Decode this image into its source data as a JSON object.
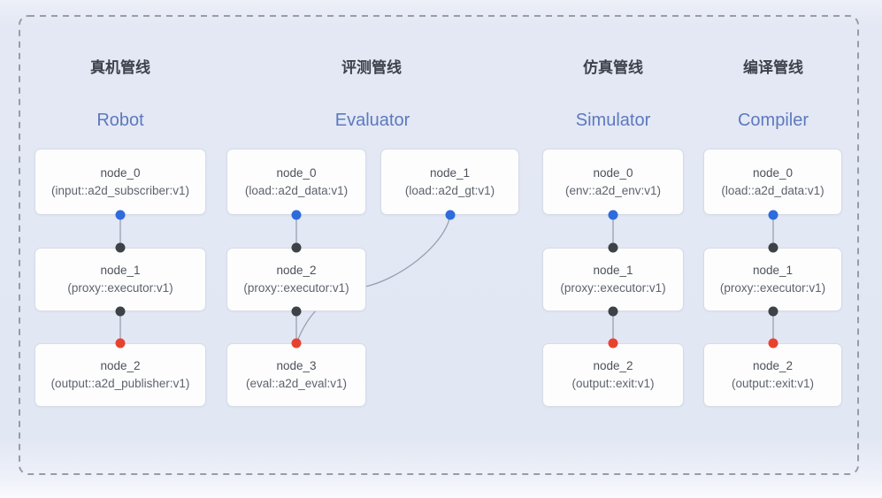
{
  "pipelines": [
    {
      "zh_title": "真机管线",
      "en_title": "Robot",
      "nodes": [
        {
          "title": "node_0",
          "subtitle": "(input::a2d_subscriber:v1)"
        },
        {
          "title": "node_1",
          "subtitle": "(proxy::executor:v1)"
        },
        {
          "title": "node_2",
          "subtitle": "(output::a2d_publisher:v1)"
        }
      ]
    },
    {
      "zh_title": "评测管线",
      "en_title": "Evaluator",
      "nodes": [
        {
          "title": "node_0",
          "subtitle": "(load::a2d_data:v1)"
        },
        {
          "title": "node_1",
          "subtitle": "(load::a2d_gt:v1)"
        },
        {
          "title": "node_2",
          "subtitle": "(proxy::executor:v1)"
        },
        {
          "title": "node_3",
          "subtitle": "(eval::a2d_eval:v1)"
        }
      ]
    },
    {
      "zh_title": "仿真管线",
      "en_title": "Simulator",
      "nodes": [
        {
          "title": "node_0",
          "subtitle": "(env::a2d_env:v1)"
        },
        {
          "title": "node_1",
          "subtitle": "(proxy::executor:v1)"
        },
        {
          "title": "node_2",
          "subtitle": "(output::exit:v1)"
        }
      ]
    },
    {
      "zh_title": "编译管线",
      "en_title": "Compiler",
      "nodes": [
        {
          "title": "node_0",
          "subtitle": "(load::a2d_data:v1)"
        },
        {
          "title": "node_1",
          "subtitle": "(proxy::executor:v1)"
        },
        {
          "title": "node_2",
          "subtitle": "(output::exit:v1)"
        }
      ]
    }
  ],
  "colors": {
    "edge": "#98a0b0",
    "frame_dash": "#989ca6",
    "en_title": "#5d79be",
    "zh_title": "#3c414a",
    "ports": {
      "blue": "#2e6bdc",
      "black": "#3d4248",
      "red": "#e8422f"
    }
  }
}
